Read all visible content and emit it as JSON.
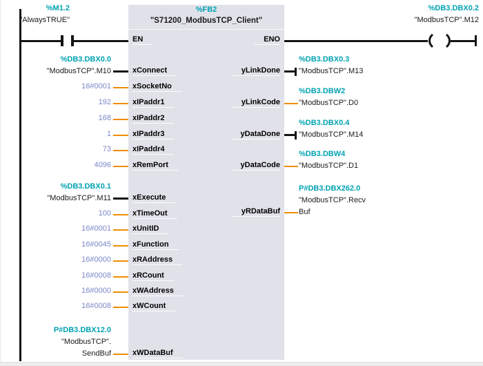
{
  "colors": {
    "operand_address_teal": "#00a2b2",
    "constant_blue": "#7b87c9",
    "wire_orange": "#f08c00",
    "wire_black": "#141414",
    "block_fill": "#e1e2e9",
    "text_ink": "#1a1a1a"
  },
  "contact": {
    "address": "%M1.2",
    "tag": "\"AlwaysTRUE\""
  },
  "coil": {
    "address": "%DB3.DBX0.2",
    "tag": "\"ModbusTCP\".M12"
  },
  "block": {
    "address": "%FB2",
    "title": "\"S71200_ModbusTCP_Client\"",
    "en": "EN",
    "eno": "ENO"
  },
  "inputs": [
    {
      "pin": "xConnect",
      "type": "bool",
      "operand": [
        "%DB3.DBX0.0",
        "\"ModbusTCP\".M10"
      ]
    },
    {
      "pin": "xSocketNo",
      "type": "const",
      "value": "16#0001"
    },
    {
      "pin": "xIPaddr1",
      "type": "const",
      "value": "192"
    },
    {
      "pin": "xIPaddr2",
      "type": "const",
      "value": "168"
    },
    {
      "pin": "xIPaddr3",
      "type": "const",
      "value": "1"
    },
    {
      "pin": "xIPaddr4",
      "type": "const",
      "value": "73"
    },
    {
      "pin": "xRemPort",
      "type": "const",
      "value": "4096"
    },
    {
      "pin": "xExecute",
      "type": "bool",
      "operand": [
        "%DB3.DBX0.1",
        "\"ModbusTCP\".M11"
      ]
    },
    {
      "pin": "xTimeOut",
      "type": "const",
      "value": "100"
    },
    {
      "pin": "xUnitID",
      "type": "const",
      "value": "16#0001"
    },
    {
      "pin": "xFunction",
      "type": "const",
      "value": "16#0045"
    },
    {
      "pin": "xRAddress",
      "type": "const",
      "value": "16#0000"
    },
    {
      "pin": "xRCount",
      "type": "const",
      "value": "16#0008"
    },
    {
      "pin": "xWAddress",
      "type": "const",
      "value": "16#0000"
    },
    {
      "pin": "xWCount",
      "type": "const",
      "value": "16#0008"
    },
    {
      "pin": "xWDataBuf",
      "type": "pointer",
      "operand": [
        "P#DB3.DBX12.0",
        "\"ModbusTCP\".",
        "SendBuf"
      ]
    }
  ],
  "outputs": [
    {
      "pin": "yLinkDone",
      "type": "bool",
      "operand": [
        "%DB3.DBX0.3",
        "\"ModbusTCP\".M13"
      ]
    },
    {
      "pin": "yLinkCode",
      "type": "word",
      "operand": [
        "%DB3.DBW2",
        "\"ModbusTCP\".D0"
      ]
    },
    {
      "pin": "yDataDone",
      "type": "bool",
      "operand": [
        "%DB3.DBX0.4",
        "\"ModbusTCP\".M14"
      ]
    },
    {
      "pin": "yDataCode",
      "type": "word",
      "operand": [
        "%DB3.DBW4",
        "\"ModbusTCP\".D1"
      ]
    },
    {
      "pin": "yRDataBuf",
      "type": "pointer",
      "operand": [
        "P#DB3.DBX262.0",
        "\"ModbusTCP\".Recv",
        "Buf"
      ]
    }
  ]
}
